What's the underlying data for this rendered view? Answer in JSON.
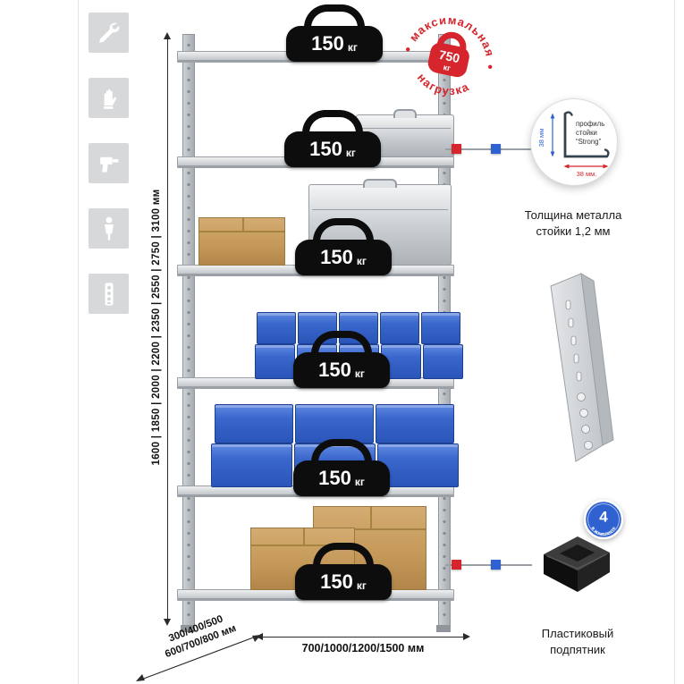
{
  "feature_icons": [
    {
      "name": "wrench"
    },
    {
      "name": "work-glove"
    },
    {
      "name": "drill"
    },
    {
      "name": "person"
    },
    {
      "name": "power-strip"
    }
  ],
  "stamp": {
    "arc_top": "максимальная",
    "arc_bottom": "нагрузка",
    "value": "750",
    "unit": "кг"
  },
  "shelves": [
    {
      "load": "150",
      "unit": "кг"
    },
    {
      "load": "150",
      "unit": "кг"
    },
    {
      "load": "150",
      "unit": "кг"
    },
    {
      "load": "150",
      "unit": "кг"
    },
    {
      "load": "150",
      "unit": "кг"
    },
    {
      "load": "150",
      "unit": "кг"
    }
  ],
  "dimensions": {
    "heights": "1600 | 1850 | 2000 | 2200 | 2350 | 2550 | 2750 | 3100 мм",
    "depth_line1": "300/400/500",
    "depth_line2": "600/700/800 мм",
    "width": "700/1000/1200/1500 мм"
  },
  "profile_callout": {
    "label_line1": "профиль",
    "label_line2": "стойки",
    "label_line3": "“Strong”",
    "dim_vertical": "38 мм",
    "dim_horizontal": "38 мм.",
    "caption_line1": "Толщина металла",
    "caption_line2": "стойки 1,2 мм"
  },
  "foot_callout": {
    "badge_value": "4",
    "badge_text": "в комплекте",
    "caption_line1": "Пластиковый",
    "caption_line2": "подпятник"
  },
  "colors": {
    "accent_red": "#d6252c",
    "accent_blue": "#2f62d0",
    "bin_blue": "#2e5fc4"
  }
}
